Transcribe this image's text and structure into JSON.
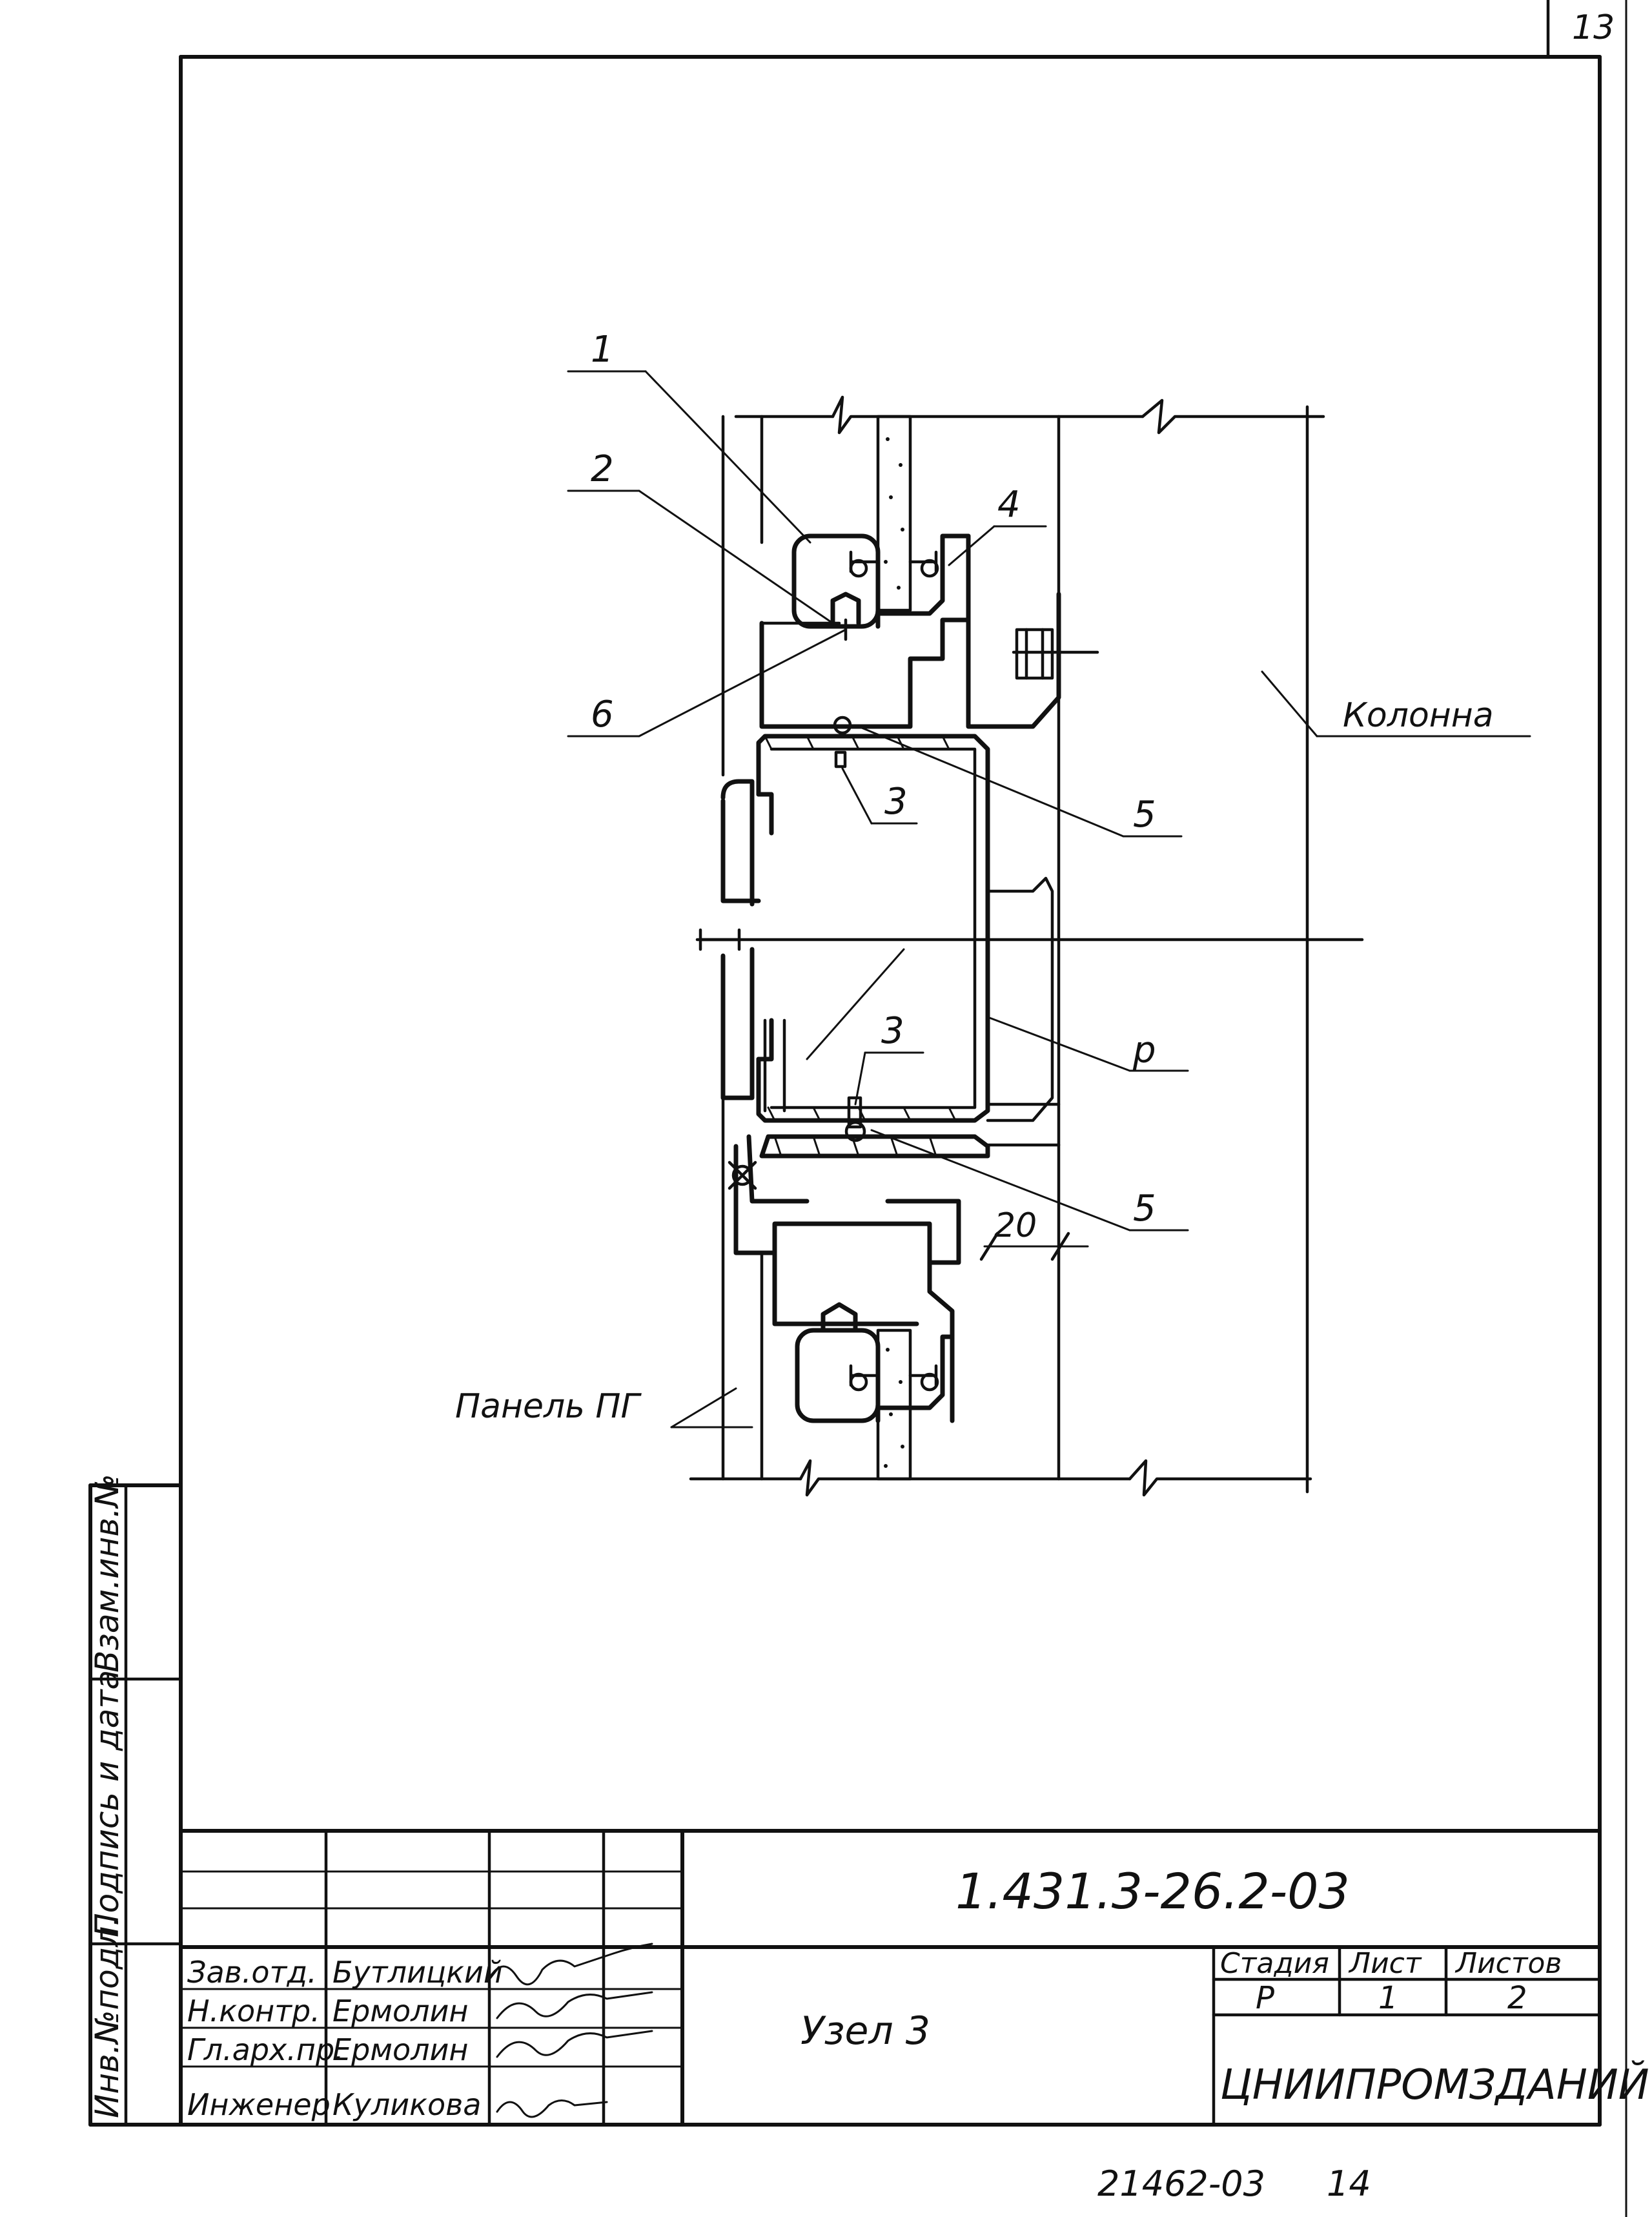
{
  "sheet_number": "13",
  "drawing": {
    "callouts": [
      "1",
      "2",
      "4",
      "6",
      "5",
      "3",
      "р",
      "3",
      "5"
    ],
    "dimension": "20",
    "label_column": "Колонна",
    "label_panel": "Панель ПГ"
  },
  "side_stamp": {
    "inv_no": "Инв.№подл.",
    "sign_date": "Подпись и дата",
    "vzam_inv": "Взам.инв.№"
  },
  "title_block": {
    "doc_code": "1.431.3-26.2-03",
    "title": "Узел 3",
    "org": "ЦНИИПРОМЗДАНИЙ",
    "col_stage": "Стадия",
    "col_sheet": "Лист",
    "col_sheets": "Листов",
    "stage": "Р",
    "sheet": "1",
    "sheets": "2",
    "roles": [
      {
        "role": "Зав.отд.",
        "name": "Бутлицкий"
      },
      {
        "role": "Н.контр.",
        "name": "Ермолин"
      },
      {
        "role": "Гл.арх.пр.",
        "name": "Ермолин"
      },
      {
        "role": "Инженер",
        "name": "Куликова"
      }
    ]
  },
  "footer": {
    "archive_no": "21462-03",
    "page": "14"
  }
}
